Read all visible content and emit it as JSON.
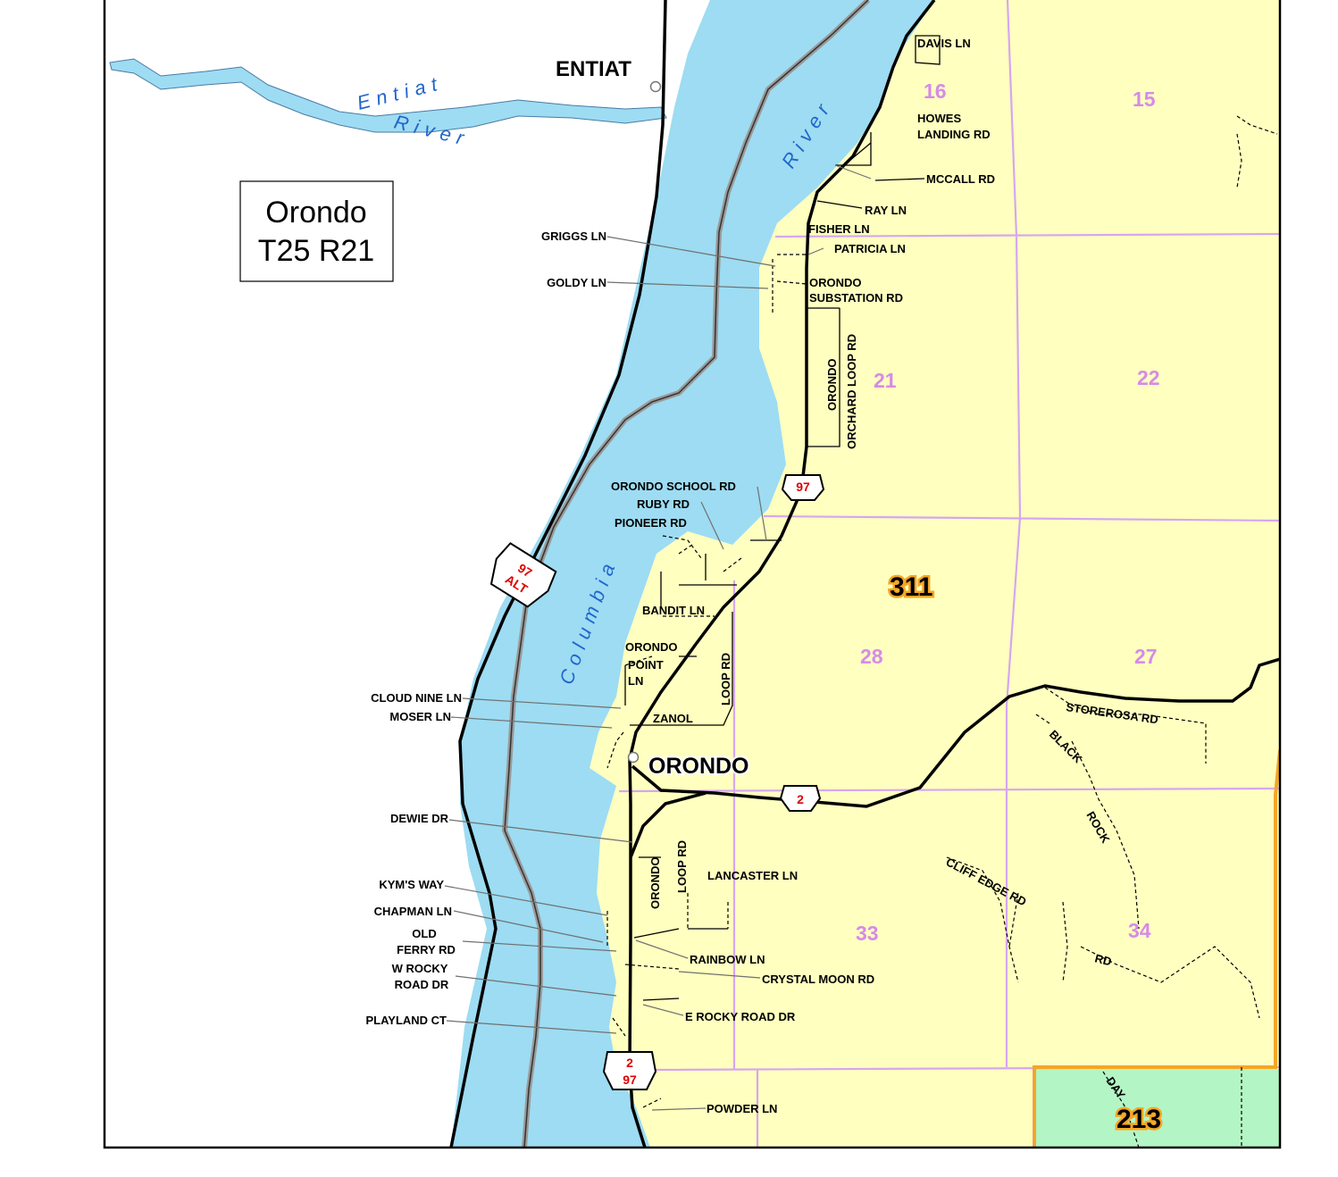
{
  "map": {
    "title_line1": "Orondo",
    "title_line2": "T25 R21",
    "towns": {
      "entiat": "ENTIAT",
      "orondo": "ORONDO"
    },
    "rivers": {
      "entiat_1": "Entiat",
      "entiat_2": "River",
      "columbia_1": "Columbia",
      "columbia_2": "River"
    },
    "districts": {
      "north": "311",
      "south": "213"
    },
    "sections": [
      "16",
      "15",
      "21",
      "22",
      "28",
      "27",
      "33",
      "34"
    ],
    "highway_shields": {
      "us97": "97",
      "us97alt_1": "97",
      "us97alt_2": "ALT",
      "us2": "2",
      "us2_97_a": "2",
      "us2_97_b": "97"
    },
    "roads": {
      "davis": "DAVIS LN",
      "howes_1": "HOWES",
      "howes_2": "LANDING RD",
      "mccall": "MCCALL RD",
      "ray": "RAY LN",
      "fisher": "FISHER LN",
      "patricia": "PATRICIA LN",
      "griggs": "GRIGGS LN",
      "goldy": "GOLDY LN",
      "substation_1": "ORONDO",
      "substation_2": "SUBSTATION RD",
      "orchard_1": "ORONDO",
      "orchard_2": "ORCHARD LOOP RD",
      "school": "ORONDO SCHOOL RD",
      "ruby": "RUBY RD",
      "pioneer": "PIONEER RD",
      "bandit": "BANDIT LN",
      "point_1": "ORONDO",
      "point_2": "POINT",
      "point_3": "LN",
      "loop_north": "LOOP RD",
      "zanol": "ZANOL",
      "cloud": "CLOUD NINE LN",
      "moser": "MOSER LN",
      "storerosa": "STOREROSA RD",
      "black": "BLACK",
      "rock": "ROCK",
      "rd_black": "RD",
      "dewie": "DEWIE DR",
      "loop_south_1": "ORONDO",
      "loop_south_2": "LOOP RD",
      "lancaster": "LANCASTER LN",
      "cliff": "CLIFF EDGE RD",
      "kyms": "KYM'S WAY",
      "chapman": "CHAPMAN LN",
      "oldferry_1": "OLD",
      "oldferry_2": "FERRY RD",
      "rainbow": "RAINBOW LN",
      "crystal": "CRYSTAL MOON RD",
      "wrocky_1": "W ROCKY",
      "wrocky_2": "ROAD DR",
      "erocky": "E ROCKY ROAD DR",
      "playland": "PLAYLAND CT",
      "powder": "POWDER LN",
      "day": "DAY"
    },
    "colors": {
      "land_district_311": "#ffffc0",
      "land_district_213": "#b3f5c4",
      "water": "#9ddcf2",
      "section_lines": "#d6a6f0",
      "district_boundary": "#f5a623"
    }
  }
}
